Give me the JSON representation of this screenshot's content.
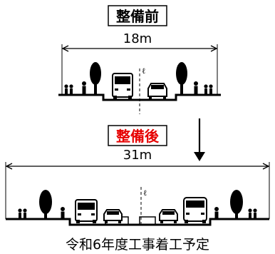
{
  "before": {
    "label": "整備前",
    "width_label": "18m",
    "centerline_mark": "ℓ"
  },
  "after": {
    "label": "整備後",
    "width_label": "31m",
    "centerline_mark": "ℓ"
  },
  "caption": "令和6年度工事着工予定",
  "colors": {
    "ink": "#000000",
    "after_label_text": "#e60000",
    "background": "#ffffff"
  }
}
